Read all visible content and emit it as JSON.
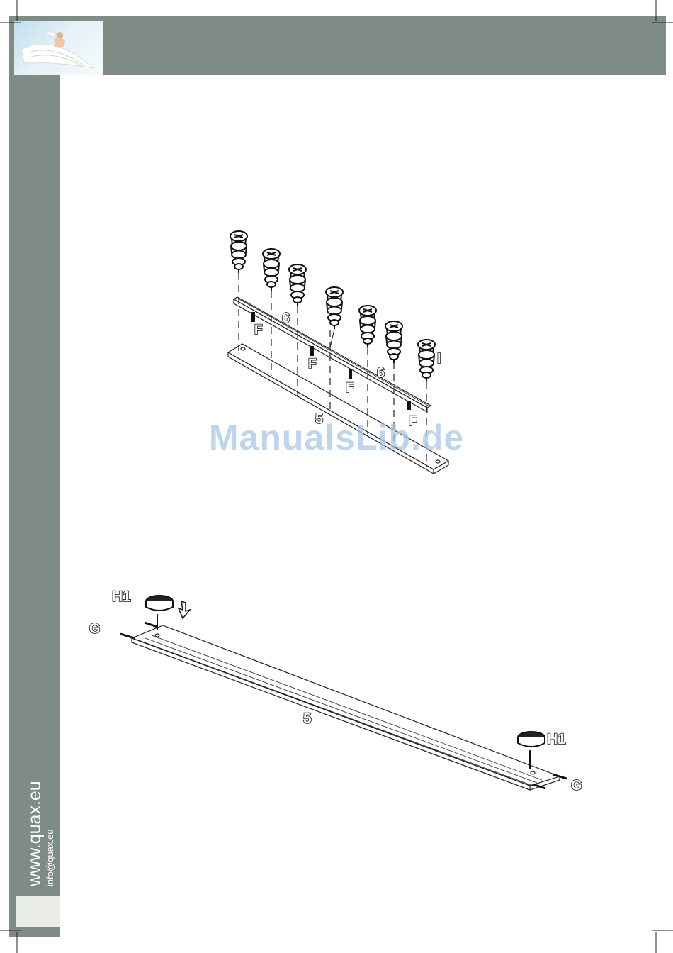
{
  "sidebar": {
    "website": "www.quax.eu",
    "email": "info@quax.eu"
  },
  "watermark": {
    "text": "ManualsLib.de"
  },
  "diagram1": {
    "labels": {
      "board_top": "6",
      "board_top_2": "6",
      "board_bottom": "5",
      "dowel": "F",
      "cam_fitting": "I"
    }
  },
  "diagram2": {
    "labels": {
      "board": "5",
      "foot_left": "H1",
      "foot_right": "H1",
      "pin_left": "G",
      "pin_right": "G"
    }
  },
  "colors": {
    "header_gray": "#7f8c86",
    "line": "#222222",
    "watermark": "#a9c8ea"
  }
}
